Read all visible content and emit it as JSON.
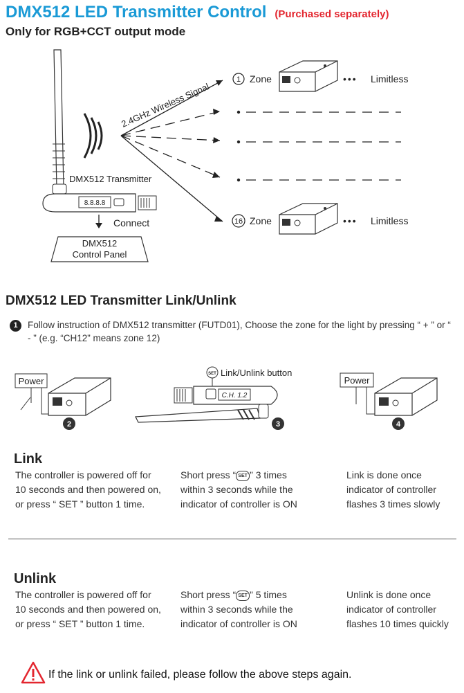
{
  "header": {
    "title": "DMX512 LED Transmitter Control",
    "purchased": "(Purchased separately)",
    "subtitle": "Only for RGB+CCT output mode"
  },
  "diagram1": {
    "signal_label": "2.4GHz Wireless Signal",
    "zone_first_num": "1",
    "zone_last_num": "16",
    "zone_word": "Zone",
    "limitless": "Limitless",
    "dots": "•••",
    "transmitter_label": "DMX512 Transmitter",
    "connect_label": "Connect",
    "panel_line1": "DMX512",
    "panel_line2": "Control Panel",
    "display": "8.8.8.8"
  },
  "section2": {
    "title": "DMX512 LED Transmitter Link/Unlink",
    "step_num": "1",
    "instruction": "Follow instruction of DMX512 transmitter (FUTD01), Choose the zone for the light by pressing “ + ” or “ - ”  (e.g. “CH12” means zone 12)"
  },
  "diagram2": {
    "power": "Power",
    "link_unlink_button": "Link/Unlink button",
    "set": "SET",
    "display": "C.H. 1.2",
    "step2": "2",
    "step3": "3",
    "step4": "4"
  },
  "link": {
    "heading": "Link",
    "col1": [
      "The controller is powered off for",
      "10 seconds and then powered on,",
      "or press “ SET ” button 1 time."
    ],
    "col2_pre": "Short press “",
    "col2_post": "” 3 times",
    "col2_rest": [
      "within 3 seconds while the",
      "indicator of controller is ON"
    ],
    "col3": [
      "Link is done once",
      "indicator of controller",
      "flashes 3 times slowly"
    ]
  },
  "unlink": {
    "heading": "Unlink",
    "col1": [
      "The controller is powered off for",
      "10 seconds and then powered on,",
      "or press “ SET ” button 1 time."
    ],
    "col2_pre": "Short press “",
    "col2_post": "” 5 times",
    "col2_rest": [
      "within 3 seconds while the",
      "indicator of controller is ON"
    ],
    "col3": [
      "Unlink is done once",
      "indicator of controller",
      "flashes 10 times quickly"
    ]
  },
  "warning": {
    "text": "If the link or unlink failed, please follow the above steps again."
  },
  "colors": {
    "title_blue": "#1a9ad6",
    "purchased_red": "#e3262f",
    "warning_red": "#e3262f"
  }
}
